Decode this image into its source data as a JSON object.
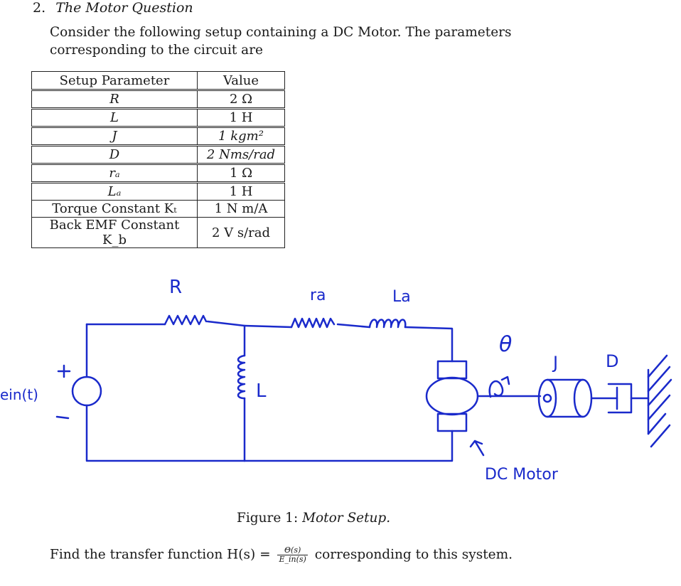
{
  "heading": {
    "number": "2.",
    "title": "The Motor Question"
  },
  "intro": "Consider the following setup containing a DC Motor. The parameters corresponding to the circuit are",
  "table": {
    "headers": [
      "Setup Parameter",
      "Value"
    ],
    "rows": [
      {
        "param": "R",
        "value": "2 Ω"
      },
      {
        "param": "L",
        "value": "1 H"
      },
      {
        "param": "J",
        "value": "1 kgm²"
      },
      {
        "param": "D",
        "value": "2 Nms/rad"
      },
      {
        "param": "rₐ",
        "value": "1 Ω"
      },
      {
        "param": "Lₐ",
        "value": "1 H"
      },
      {
        "param": "Torque Constant Kₜ",
        "value": "1 N m/A"
      },
      {
        "param": "Back EMF Constant K_b",
        "value": "2 V s/rad"
      }
    ]
  },
  "diagram": {
    "labels": {
      "R": "R",
      "ra": "ra",
      "La": "La",
      "L": "L",
      "theta": "θ",
      "J": "J",
      "D": "D",
      "source": "ein(t)",
      "plus": "+",
      "minus": "−",
      "motor": "DC Motor"
    },
    "ink_color": "#1a2acb"
  },
  "caption": {
    "prefix": "Figure 1:",
    "text": "Motor Setup."
  },
  "question": {
    "before": "Find the transfer function H(s) =",
    "numerator": "Θ(s)",
    "denominator": "E_in(s)",
    "after": "corresponding to this system."
  }
}
